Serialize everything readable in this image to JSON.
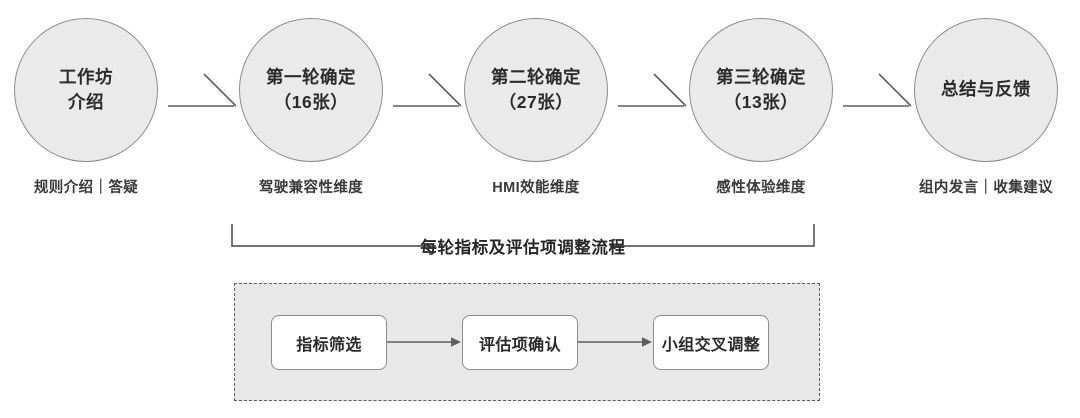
{
  "diagram": {
    "title_label": "每轮指标及评估项调整流程",
    "colors": {
      "circle_fill": "#eaeaea",
      "circle_stroke": "#8d8d8d",
      "panel_fill": "#e8e8e8",
      "panel_stroke": "#5e5e5e",
      "box_fill": "#ffffff",
      "text": "#2b2b2b",
      "arrow": "#5e5e5e"
    },
    "nodes": [
      {
        "line1": "工作坊",
        "line2": "介绍",
        "caption": "规则介绍｜答疑"
      },
      {
        "line1": "第一轮确定",
        "line2": "（16张）",
        "caption": "驾驶兼容性维度"
      },
      {
        "line1": "第二轮确定",
        "line2": "（27张）",
        "caption": "HMI效能维度"
      },
      {
        "line1": "第三轮确定",
        "line2": "（13张）",
        "caption": "感性体验维度"
      },
      {
        "line1": "总结与反馈",
        "line2": "",
        "caption": "组内发言｜收集建议"
      }
    ],
    "connectors": [
      {
        "name": "arrow-workshop-to-round1"
      },
      {
        "name": "arrow-round1-to-round2"
      },
      {
        "name": "arrow-round2-to-round3"
      },
      {
        "name": "arrow-round3-to-summary"
      }
    ],
    "subprocess": {
      "steps": [
        {
          "label": "指标筛选"
        },
        {
          "label": "评估项确认"
        },
        {
          "label": "小组交叉调整"
        }
      ],
      "arrows": [
        {
          "name": "arrow-step1-to-step2"
        },
        {
          "name": "arrow-step2-to-step3"
        }
      ]
    }
  }
}
